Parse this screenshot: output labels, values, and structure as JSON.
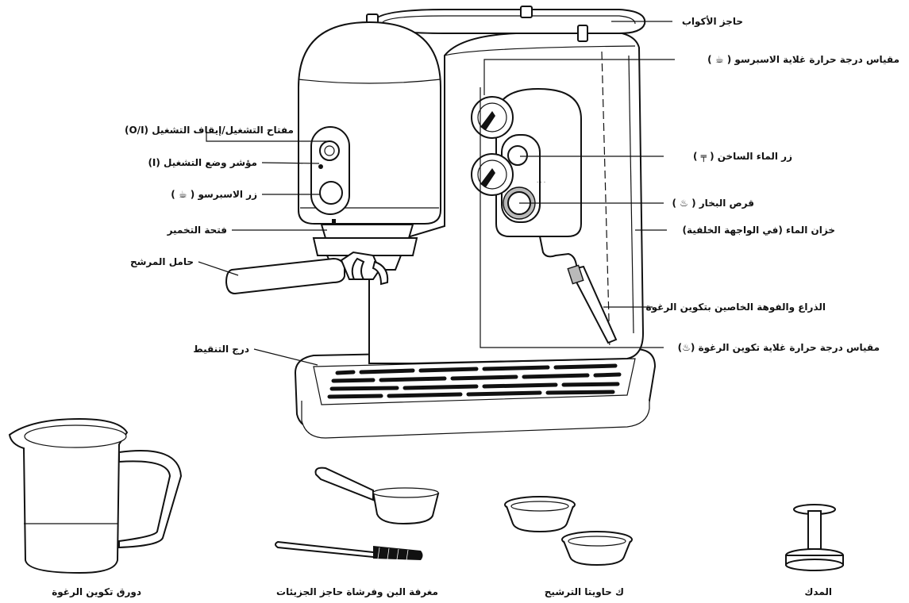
{
  "labels": {
    "cup_holder": "حاجز الأكواب",
    "espresso_boiler_gauge": "مقياس درجة حرارة غلاية الاسبرسو ( ☕ )",
    "power_switch": "مفتاح التشغيل/إيقاف التشغيل (O/I)",
    "power_indicator": "مؤشر وضع التشغيل (I)",
    "espresso_button": "زر الاسبرسو ( ☕ )",
    "hot_water_button": "زر الماء الساخن ( ╤ )",
    "steam_dial": "قرص البخار ( ♨ )",
    "water_tank": "خزان الماء (في الواجهة الخلفية)",
    "brew_head": "فتحة التخمير",
    "portafilter": "حامل المرشح",
    "frothing_arm": "الذراع والفوهة الخاصين بتكوين الرغوة",
    "steam_boiler_gauge": "مقياس درجة حرارة غلاية تكوين الرغوة (♨)",
    "drip_tray": "درج التنقيط",
    "frothing_pitcher": "دورق تكوين الرغوة",
    "scoop_brush": "مغرفة البن وفرشاة حاجز الجزيئات",
    "filter_baskets": "ك حاويتا الترشيح",
    "tamper": "المدك"
  }
}
